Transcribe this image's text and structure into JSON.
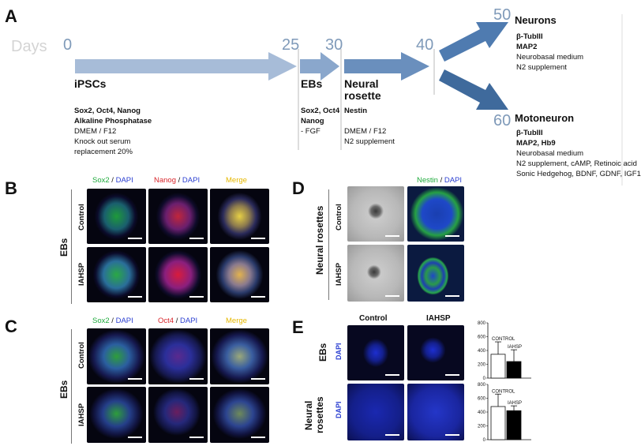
{
  "panels": {
    "a": "A",
    "b": "B",
    "c": "C",
    "d": "D",
    "e": "E"
  },
  "timeline": {
    "days_label": "Days",
    "d0": "0",
    "d25": "25",
    "d30": "30",
    "d40": "40",
    "d50": "50",
    "d60": "60"
  },
  "stages": {
    "ipscs": {
      "title": "iPSCs",
      "markers1": "Sox2, Oct4, Nanog",
      "markers2": "Alkaline Phosphatase",
      "line1": "DMEM / F12",
      "line2": "Knock out serum",
      "line3": "replacement 20%"
    },
    "ebs": {
      "title": "EBs",
      "markers1": "Sox2, Oct4",
      "markers2": "Nanog",
      "line1": "- FGF"
    },
    "rosette": {
      "title1": "Neural",
      "title2": "rosette",
      "markers1": "Nestin",
      "line1": "DMEM / F12",
      "line2": "N2 supplement"
    },
    "neurons": {
      "title": "Neurons",
      "markers1": "β-TubIII",
      "markers2": "MAP2",
      "line1": "Neurobasal medium",
      "line2": "N2 supplement"
    },
    "motoneuron": {
      "title": "Motoneuron",
      "markers1": "β-TubIII",
      "markers2": "MAP2, Hb9",
      "line1": "Neurobasal medium",
      "line2": "N2 supplement, cAMP, Retinoic acid",
      "line3": "Sonic Hedgehog, BDNF, GDNF, IGF1"
    }
  },
  "panel_b": {
    "col1": {
      "marker": "Sox2",
      "sep": " / ",
      "dapi": "DAPI"
    },
    "col2": {
      "marker": "Nanog",
      "sep": " / ",
      "dapi": "DAPI"
    },
    "col3": "Merge",
    "row1": "Control",
    "row2": "IAHSP",
    "group": "EBs"
  },
  "panel_c": {
    "col1": {
      "marker": "Sox2",
      "sep": " / ",
      "dapi": "DAPI"
    },
    "col2": {
      "marker": "Oct4",
      "sep": " / ",
      "dapi": "DAPI"
    },
    "col3": "Merge",
    "row1": "Control",
    "row2": "IAHSP",
    "group": "EBs"
  },
  "panel_d": {
    "col2": {
      "marker": "Nestin",
      "sep": " / ",
      "dapi": "DAPI"
    },
    "row1": "Control",
    "row2": "IAHSP",
    "group": "Neural rosettes"
  },
  "panel_e": {
    "col1": "Control",
    "col2": "IAHSP",
    "row1": "EBs",
    "row2_a": "Neural",
    "row2_b": "rosettes",
    "dapi": "DAPI"
  },
  "colors": {
    "arrow_light": "#a7bcd8",
    "arrow_mid": "#7a9cc4",
    "arrow_dark": "#3f6a9c",
    "day_number": "#7f9ab9",
    "days_label": "#d4d4d4",
    "sox2": "#1faa3c",
    "dapi": "#2b3fd1",
    "nanog": "#d8262c",
    "oct4": "#d8262c",
    "merge": "#e6b800",
    "nestin": "#1faa3c"
  },
  "chart_data": [
    {
      "type": "bar",
      "categories": [
        "CONTROL",
        "IAHSP"
      ],
      "values": [
        345,
        240
      ],
      "errors": [
        180,
        170
      ],
      "bar_colors": [
        "#ffffff",
        "#000000"
      ],
      "ylim": [
        0,
        800
      ],
      "yticks": [
        "0",
        "200",
        "400",
        "600",
        "800"
      ],
      "title": "",
      "xlabel": "",
      "ylabel": ""
    },
    {
      "type": "bar",
      "categories": [
        "CONTROL",
        "IAHSP"
      ],
      "values": [
        480,
        420
      ],
      "errors": [
        180,
        70
      ],
      "bar_colors": [
        "#ffffff",
        "#000000"
      ],
      "ylim": [
        0,
        800
      ],
      "yticks": [
        "0",
        "200",
        "400",
        "600",
        "800"
      ],
      "title": "",
      "xlabel": "",
      "ylabel": ""
    }
  ]
}
